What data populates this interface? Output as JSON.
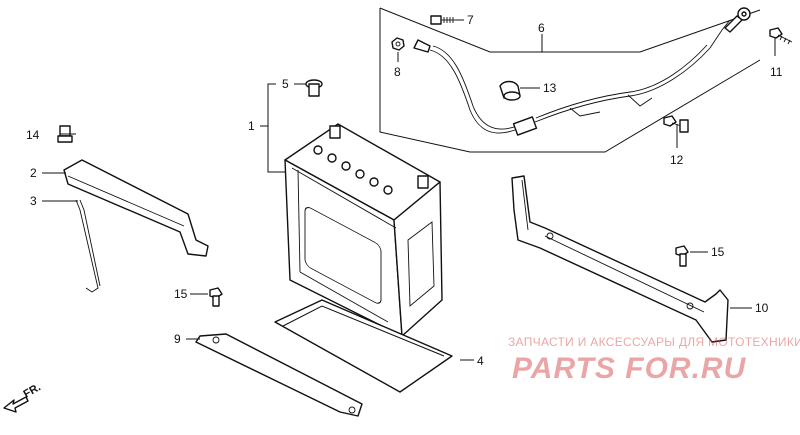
{
  "callouts": [
    {
      "id": "c1",
      "label": "1"
    },
    {
      "id": "c2",
      "label": "2"
    },
    {
      "id": "c3",
      "label": "3"
    },
    {
      "id": "c4",
      "label": "4"
    },
    {
      "id": "c5",
      "label": "5"
    },
    {
      "id": "c6",
      "label": "6"
    },
    {
      "id": "c7",
      "label": "7"
    },
    {
      "id": "c8",
      "label": "8"
    },
    {
      "id": "c9",
      "label": "9"
    },
    {
      "id": "c10",
      "label": "10"
    },
    {
      "id": "c11",
      "label": "11"
    },
    {
      "id": "c12",
      "label": "12"
    },
    {
      "id": "c13",
      "label": "13"
    },
    {
      "id": "c14",
      "label": "14"
    },
    {
      "id": "c15a",
      "label": "15"
    },
    {
      "id": "c15b",
      "label": "15"
    }
  ],
  "direction_label": "FR.",
  "watermark": {
    "line1": "ЗАПЧАСТИ И АКСЕССУАРЫ ДЛЯ МОТОТЕХНИКИ",
    "line2": "PARTS FOR.RU"
  }
}
